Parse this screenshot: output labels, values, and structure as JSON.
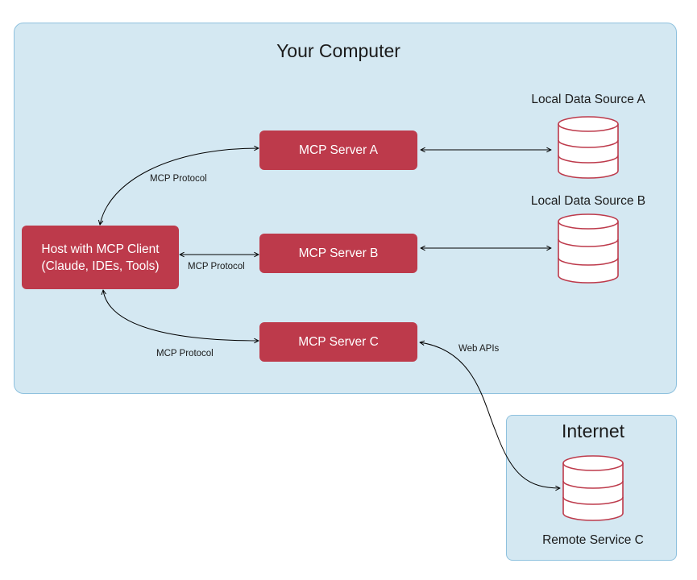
{
  "regions": {
    "computer": {
      "title": "Your Computer"
    },
    "internet": {
      "title": "Internet"
    }
  },
  "nodes": {
    "host": {
      "label": "Host with MCP Client (Claude, IDEs, Tools)"
    },
    "server_a": {
      "label": "MCP Server A"
    },
    "server_b": {
      "label": "MCP Server B"
    },
    "server_c": {
      "label": "MCP Server C"
    }
  },
  "data_sources": {
    "a": {
      "label": "Local Data Source A",
      "icon": "database-icon"
    },
    "b": {
      "label": "Local Data Source B",
      "icon": "database-icon"
    },
    "c": {
      "label": "Remote Service C",
      "icon": "database-icon"
    }
  },
  "edges": {
    "host_to_a": {
      "label": "MCP Protocol"
    },
    "host_to_b": {
      "label": "MCP Protocol"
    },
    "host_to_c": {
      "label": "MCP Protocol"
    },
    "c_to_remote": {
      "label": "Web APIs"
    }
  },
  "colors": {
    "region_fill": "#d4e8f2",
    "region_border": "#8ec1de",
    "node_fill": "#bd3a4b",
    "node_text": "#ffffff",
    "database_stroke": "#bd3a4b",
    "edge": "#000000"
  }
}
